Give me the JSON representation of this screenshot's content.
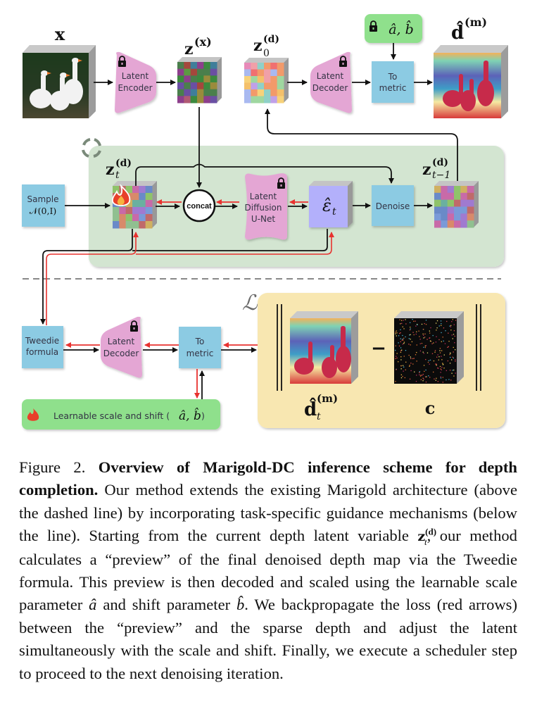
{
  "figure": {
    "top_row": {
      "input_label": "x",
      "encoder": {
        "line1": "Latent",
        "line2": "Encoder",
        "icon": "lock-icon"
      },
      "latent_x_label": {
        "base": "z",
        "sup": "(x)"
      },
      "latent_z0_label": {
        "base": "z",
        "sup": "(d)",
        "sub": "0"
      },
      "decoder": {
        "line1": "Latent",
        "line2": "Decoder",
        "icon": "lock-icon"
      },
      "params_box": {
        "text": "â, b̂",
        "icon": "lock-icon"
      },
      "to_metric": {
        "line1": "To",
        "line2": "metric"
      },
      "output_label": {
        "base": "d̂",
        "sup": "(m)"
      }
    },
    "loop_panel": {
      "loop_icon": "refresh-icon",
      "sample_box": {
        "line1": "Sample",
        "line2": "𝒩(0,I)"
      },
      "latent_zt_label": {
        "base": "z",
        "sup": "(d)",
        "sub": "t"
      },
      "zt_icon": "flame-icon",
      "concat_label": "concat",
      "unet": {
        "line1": "Latent",
        "line2": "Diffusion",
        "line3": "U-Net",
        "icon": "lock-icon"
      },
      "eps_label": "ε̂",
      "eps_sub": "t",
      "denoise_label": "Denoise",
      "latent_zt1_label": {
        "base": "z",
        "sup": "(d)",
        "sub": "t−1"
      }
    },
    "guidance": {
      "tweedie": {
        "line1": "Tweedie",
        "line2": "formula"
      },
      "decoder": {
        "line1": "Latent",
        "line2": "Decoder",
        "icon": "lock-icon"
      },
      "to_metric": {
        "line1": "To",
        "line2": "metric"
      },
      "learnable_box": {
        "text": "Learnable scale and shift (",
        "math": "â, b̂",
        "close": ")",
        "icon": "flame-icon"
      },
      "loss_symbol": "ℒ",
      "minus": "−",
      "pred_label": {
        "base": "d̂",
        "sup": "(m)",
        "sub": "t"
      },
      "sparse_label": "c"
    },
    "colors": {
      "encoder_pink": "#e4a6d4",
      "box_blue": "#8ccbe3",
      "eps_purple": "#b3b0fb",
      "params_green": "#8fe08c",
      "loop_panel_green": "#d3e5d1",
      "loss_panel_yellow": "#f8e7b1",
      "grad_red": "#e8322f",
      "arrow_black": "#111111",
      "dash_grey": "#888888"
    }
  },
  "caption": {
    "figure_number": "Figure 2.",
    "title_bold": "Overview of Marigold-DC inference scheme for depth completion.",
    "part1": "Our method extends the existing Marigold architecture (above the dashed line) by incorporating task-specific guidance mechanisms (below the line).  Starting from the current depth latent variable",
    "var_base": "z",
    "var_sup": "(d)",
    "var_sub": "t",
    "part2": ", our method calculates a “preview” of the final denoised depth map via the Tweedie formula. This preview is then decoded and scaled using the learnable scale parameter",
    "a_hat": "â",
    "part3": "and shift parameter",
    "b_hat": "b̂",
    "part4": ". We backpropagate the loss (red arrows) between the “preview” and the sparse depth and adjust the latent simultaneously with the scale and shift.  Finally, we execute a scheduler step to proceed to the next denoising iteration."
  }
}
